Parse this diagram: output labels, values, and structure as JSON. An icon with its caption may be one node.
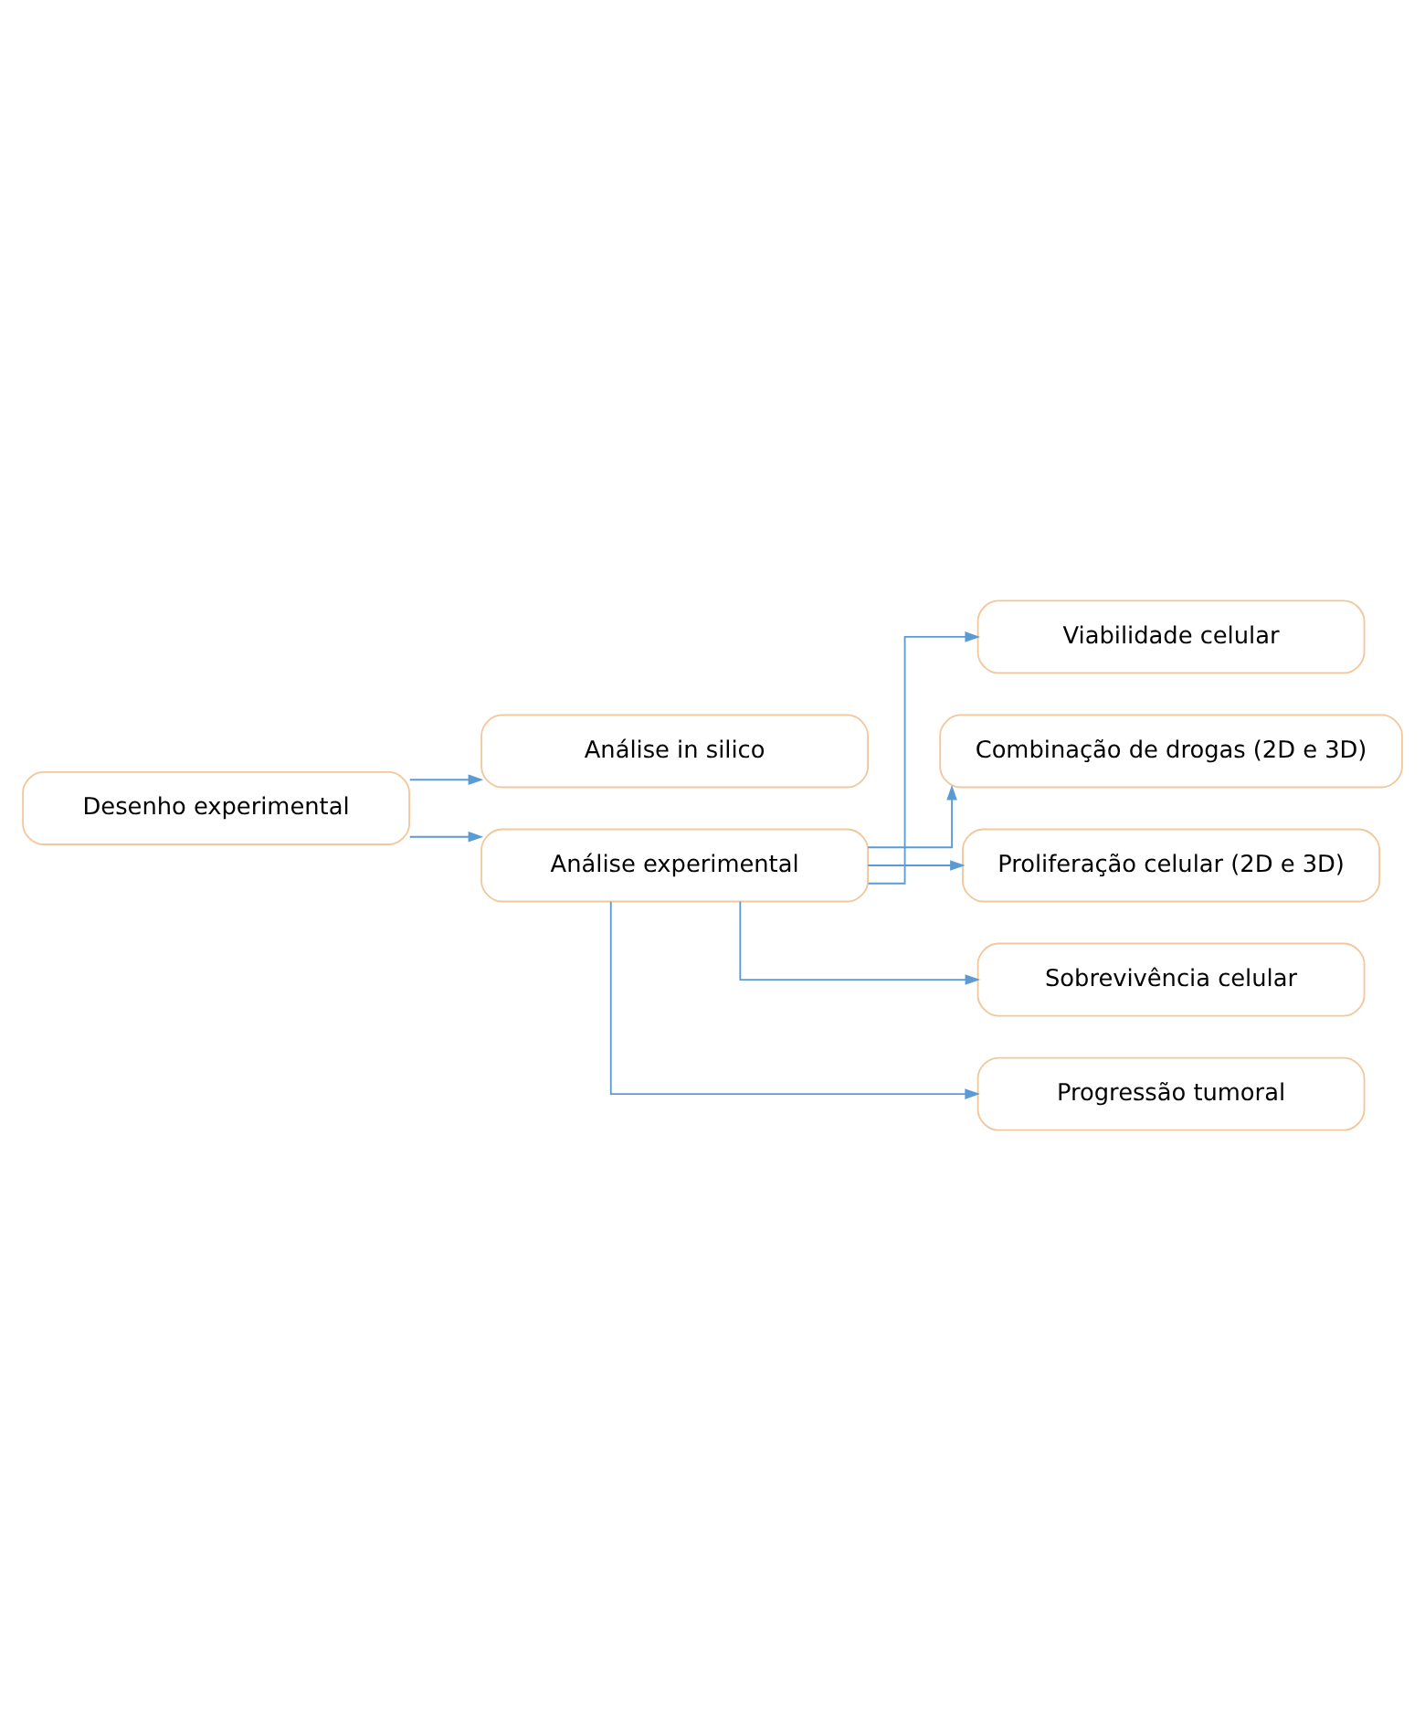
{
  "diagram": {
    "nodes": [
      {
        "text": [
          "Desenho experimental"
        ]
      },
      {
        "text": [
          "Análise in silico"
        ]
      },
      {
        "text": [
          "Análise experimental"
        ]
      },
      {
        "text": [
          "Viabilidade celular"
        ]
      },
      {
        "text": [
          "Combinação de drogas (2D e 3D)"
        ]
      },
      {
        "text": [
          "Proliferação celular (2D e 3D)"
        ]
      },
      {
        "text": [
          "Sobrevivência celular"
        ]
      },
      {
        "text": [
          "Progressão tumoral"
        ]
      }
    ],
    "edges": [
      {
        "from": 0,
        "to": 1,
        "arrow": "to"
      },
      {
        "from": 0,
        "to": 2,
        "arrow": "to"
      },
      {
        "from": 2,
        "to": 3,
        "arrow": "to"
      },
      {
        "from": 2,
        "to": 4,
        "arrow": "to"
      },
      {
        "from": 2,
        "to": 5,
        "arrow": "to"
      },
      {
        "from": 2,
        "to": 6,
        "arrow": "to"
      },
      {
        "from": 2,
        "to": 7,
        "arrow": "to"
      }
    ]
  }
}
